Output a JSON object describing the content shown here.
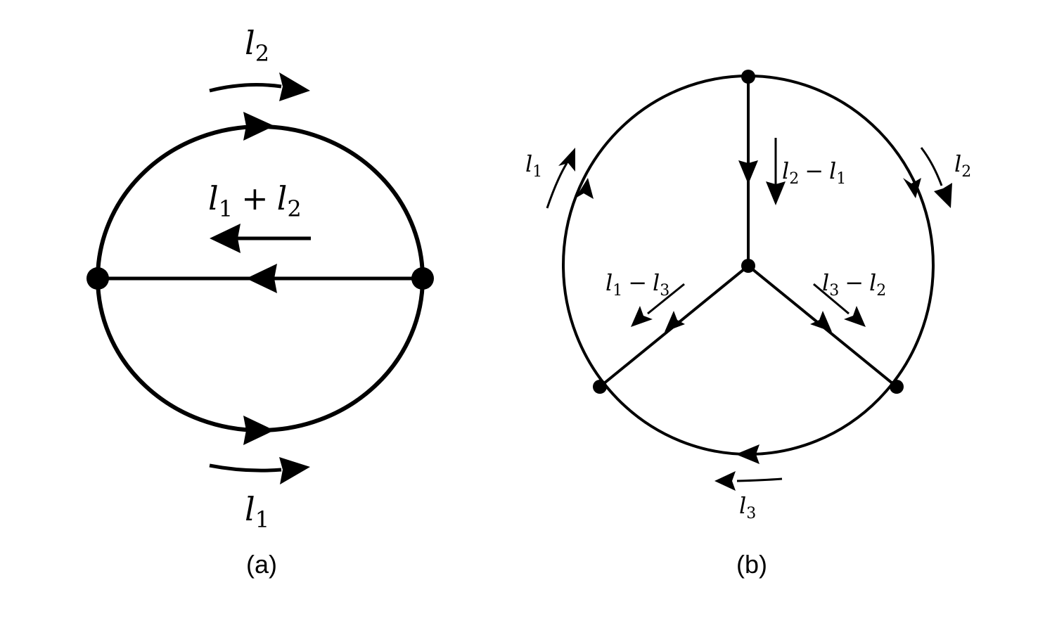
{
  "panels": [
    {
      "caption": "(a)",
      "labels": {
        "top": {
          "base": "l",
          "sub": "2"
        },
        "middle": {
          "a": {
            "base": "l",
            "sub": "1"
          },
          "op": "+",
          "b": {
            "base": "l",
            "sub": "2"
          }
        },
        "bottom": {
          "base": "l",
          "sub": "1"
        }
      }
    },
    {
      "caption": "(b)",
      "labels": {
        "left_arc": {
          "base": "l",
          "sub": "1"
        },
        "right_arc": {
          "base": "l",
          "sub": "2"
        },
        "bottom_arc": {
          "base": "l",
          "sub": "3"
        },
        "vertical": {
          "a": {
            "base": "l",
            "sub": "2"
          },
          "op": "−",
          "b": {
            "base": "l",
            "sub": "1"
          }
        },
        "lower_left": {
          "a": {
            "base": "l",
            "sub": "1"
          },
          "op": "−",
          "b": {
            "base": "l",
            "sub": "3"
          }
        },
        "lower_right": {
          "a": {
            "base": "l",
            "sub": "3"
          },
          "op": "−",
          "b": {
            "base": "l",
            "sub": "2"
          }
        }
      }
    }
  ],
  "colors": {
    "stroke": "#000000",
    "background": "#ffffff"
  }
}
